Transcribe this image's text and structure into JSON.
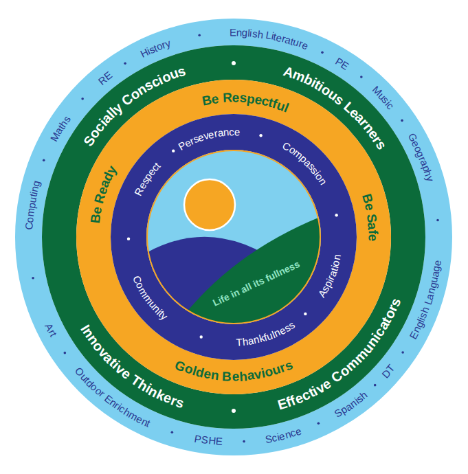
{
  "diagram": {
    "nodes": [
      {
        "text": [
          "History",
          "English Literature",
          "PE",
          "Music",
          "Geography",
          "English Language",
          "DT",
          "Spanish",
          "Science",
          "PSHE",
          "Outdoor Enrichment",
          "Art",
          "Computing",
          "Maths",
          "RE"
        ]
      },
      {
        "text": [
          "Socially Conscious",
          "Ambitious Learners",
          "Effective Communicators",
          "Innovative Thinkers"
        ],
        "in": 0
      },
      {
        "text": [
          "Be Ready",
          "Be Respectful",
          "Be Safe",
          "Golden Behaviours"
        ],
        "in": 1
      },
      {
        "text": [
          "Respect",
          "Perseverance",
          "Compassion",
          "Aspiration",
          "Thankfulness",
          "Community"
        ],
        "in": 2
      },
      {
        "text": [
          "Life in all its fullness"
        ],
        "in": 3
      }
    ]
  }
}
